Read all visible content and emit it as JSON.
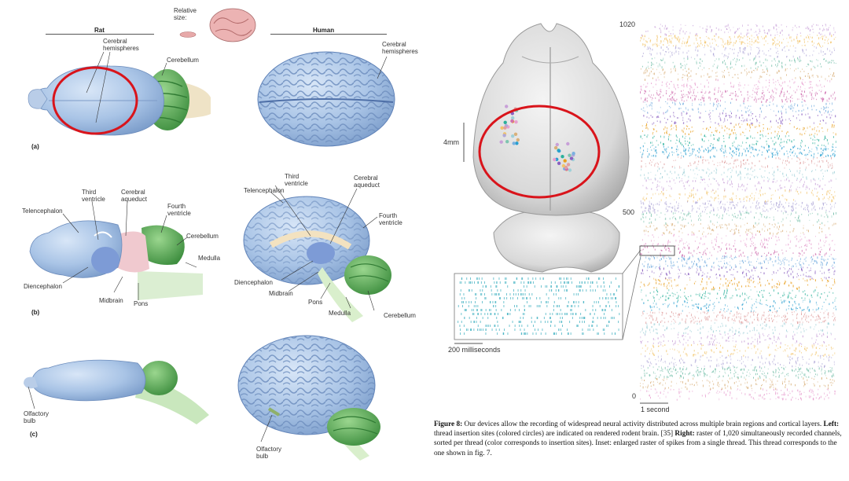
{
  "anatomy": {
    "relative_size_label": "Relative\nsize:",
    "rat_header": "Rat",
    "human_header": "Human",
    "panels": [
      "(a)",
      "(b)",
      "(c)"
    ],
    "labels": {
      "rat_cerebral_hemispheres": "Cerebral\nhemispheres",
      "rat_cerebellum_a": "Cerebellum",
      "human_cerebral_hemispheres": "Cerebral\nhemispheres",
      "rat_third_ventricle": "Third\nventricle",
      "rat_cerebral_aqueduct": "Cerebral\naqueduct",
      "rat_fourth_ventricle": "Fourth\nventricle",
      "rat_telencephalon": "Telencephalon",
      "rat_cerebellum_b": "Cerebellum",
      "rat_medulla": "Medulla",
      "rat_diencephalon": "Diencephalon",
      "rat_midbrain": "Midbrain",
      "rat_pons": "Pons",
      "human_third_ventricle": "Third\nventricle",
      "human_cerebral_aqueduct": "Cerebral\naqueduct",
      "human_telencephalon": "Telencephalon",
      "human_fourth_ventricle": "Fourth\nventricle",
      "human_diencephalon": "Diencephalon",
      "human_midbrain": "Midbrain",
      "human_pons": "Pons",
      "human_medulla": "Medulla",
      "human_cerebellum": "Cerebellum",
      "rat_olfactory_bulb": "Olfactory\nbulb",
      "human_olfactory_bulb": "Olfactory\nbulb"
    }
  },
  "rodent": {
    "scale_label": "4mm"
  },
  "chart_data": {
    "type": "scatter",
    "description_kind": "spike raster",
    "y_tick_labels": [
      "1020",
      "500",
      "0"
    ],
    "ylim": [
      0,
      1020
    ],
    "x_scale_label": "1 second",
    "inset_scale_label": "200 milliseconds",
    "band_colors": [
      "#e8a0d0",
      "#d9b07a",
      "#7fc4b0",
      "#b0a8d8",
      "#f2c46a",
      "#c8a0d8",
      "#9fd0d8",
      "#e0a0a0",
      "#2a9fd0",
      "#2ab09a",
      "#e8a020",
      "#8a60c0",
      "#7ab0e0",
      "#d070b0"
    ],
    "highlight_band": [
      380,
      410
    ]
  },
  "caption": {
    "lead": "Figure 8:",
    "text_1": " Our devices allow the recording of widespread neural activity distributed across multiple brain regions and cortical layers. ",
    "left_label": "Left:",
    "text_2": " thread insertion sites (colored circles) are indicated on rendered rodent brain. [35] ",
    "right_label": "Right:",
    "text_3": " raster of 1,020 simultaneously recorded channels, sorted per thread (color corresponds to insertion sites). Inset: enlarged raster of spikes from a single thread. This thread corresponds to the one shown in fig. 7."
  },
  "colors": {
    "brain_blue": "#a9c4e6",
    "cerebellum_green": "#5cae5a",
    "annotation_red": "#d9141b"
  }
}
